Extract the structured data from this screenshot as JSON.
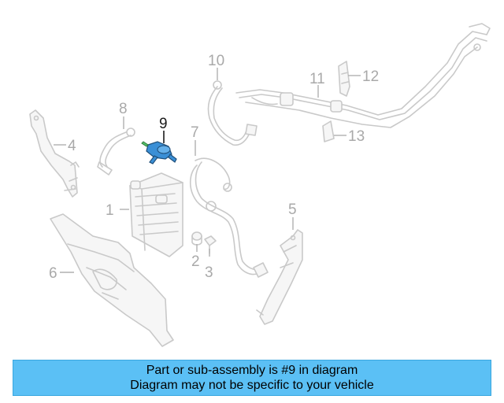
{
  "diagram": {
    "callouts": [
      {
        "id": "1",
        "label": "1"
      },
      {
        "id": "2",
        "label": "2"
      },
      {
        "id": "3",
        "label": "3"
      },
      {
        "id": "4",
        "label": "4"
      },
      {
        "id": "5",
        "label": "5"
      },
      {
        "id": "6",
        "label": "6"
      },
      {
        "id": "7",
        "label": "7"
      },
      {
        "id": "8",
        "label": "8"
      },
      {
        "id": "9",
        "label": "9",
        "highlighted": true
      },
      {
        "id": "10",
        "label": "10"
      },
      {
        "id": "11",
        "label": "11"
      },
      {
        "id": "12",
        "label": "12"
      },
      {
        "id": "13",
        "label": "13"
      }
    ],
    "highlight_color": "#3a8fd6",
    "part_line_color": "#c9c9c9"
  },
  "banner": {
    "line1": "Part or sub-assembly is #9 in diagram",
    "line2": "Diagram may not be specific to your vehicle",
    "background": "#5bc0f5"
  }
}
